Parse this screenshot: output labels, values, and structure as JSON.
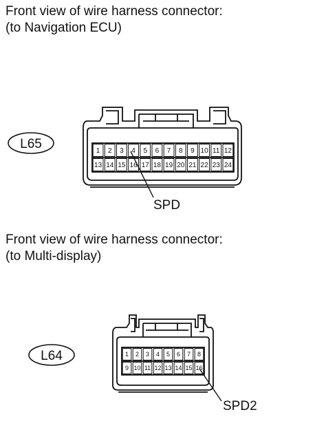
{
  "section1": {
    "title_line1": "Front view of wire harness connector:",
    "title_line2": "(to Navigation ECU)",
    "connector_id": "L65",
    "pins_row1": [
      "1",
      "2",
      "3",
      "4",
      "5",
      "6",
      "7",
      "8",
      "9",
      "10",
      "11",
      "12"
    ],
    "pins_row2": [
      "13",
      "14",
      "15",
      "16",
      "17",
      "18",
      "19",
      "20",
      "21",
      "22",
      "23",
      "24"
    ],
    "callout": "SPD",
    "callout_pin": "4"
  },
  "section2": {
    "title_line1": "Front view of wire harness connector:",
    "title_line2": "(to Multi-display)",
    "connector_id": "L64",
    "pins_row1": [
      "1",
      "2",
      "3",
      "4",
      "5",
      "6",
      "7",
      "8"
    ],
    "pins_row2": [
      "9",
      "10",
      "11",
      "12",
      "13",
      "14",
      "15",
      "16"
    ],
    "callout": "SPD2",
    "callout_pin": "16"
  }
}
